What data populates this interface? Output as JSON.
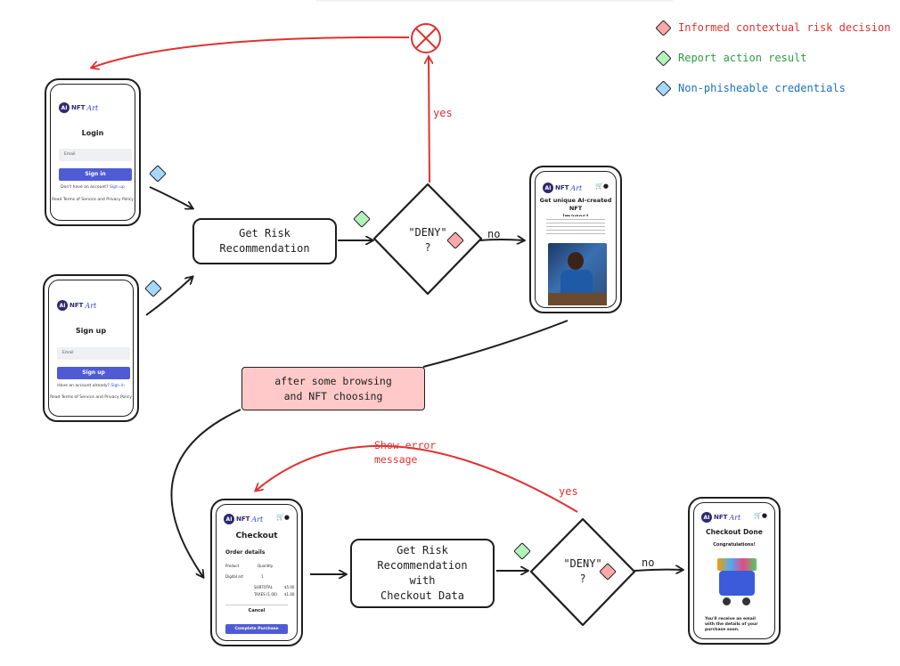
{
  "legend": [
    {
      "label": "Informed contextual risk decision",
      "color": "#f47d7d",
      "text_color": "#e03131"
    },
    {
      "label": "Report action result",
      "color": "#8ce99a",
      "text_color": "#2f9e44"
    },
    {
      "label": "Non-phisheable credentials",
      "color": "#74c0fc",
      "text_color": "#1971c2"
    }
  ],
  "login_screen": {
    "logo_ai": "AI",
    "logo_nft": "NFT",
    "logo_art": "Art",
    "title": "Login",
    "email_placeholder": "Email",
    "button": "Sign in",
    "account_prompt": "Don't have an account?",
    "account_link": "Sign up",
    "terms": "Read Terms of Service and Privacy Policy"
  },
  "signup_screen": {
    "logo_ai": "AI",
    "logo_nft": "NFT",
    "logo_art": "Art",
    "title": "Sign up",
    "email_placeholder": "Email",
    "button": "Sign up",
    "account_prompt": "Have an account already?",
    "account_link": "Sign in",
    "terms": "Read Terms of Service and Privacy Policy"
  },
  "risk_box_1": {
    "line1": "Get Risk",
    "line2": "Recommendation"
  },
  "decision_1": {
    "line1": "\"DENY\"",
    "line2": "?"
  },
  "yes_label_1": "yes",
  "no_label_1": "no",
  "gallery_screen": {
    "logo_ai": "AI",
    "logo_nft": "NFT",
    "logo_art": "Art",
    "title_line1": "Get unique AI-created NFT",
    "title_line2": "images!"
  },
  "note": {
    "line1": "after some browsing",
    "line2": "and NFT choosing"
  },
  "checkout_screen": {
    "logo_ai": "AI",
    "logo_nft": "NFT",
    "logo_art": "Art",
    "title": "Checkout",
    "section": "Order details",
    "col_product": "Product",
    "col_quantity": "Quantity",
    "row_label": "Digital art",
    "row_qty": "1",
    "subtotal_label": "SUBTOTAL",
    "subtotal_value": "$5.00",
    "taxes_label": "TAXES (1.00)",
    "taxes_value": "$1.00",
    "cancel": "Cancel",
    "complete": "Complete Purchase"
  },
  "error_label_line1": "Show error",
  "error_label_line2": "message",
  "yes_label_2": "yes",
  "risk_box_2": {
    "line1": "Get Risk",
    "line2": "Recommendation",
    "line3": "with",
    "line4": "Checkout Data"
  },
  "decision_2": {
    "line1": "\"DENY\"",
    "line2": "?"
  },
  "no_label_2": "no",
  "done_screen": {
    "logo_ai": "AI",
    "logo_nft": "NFT",
    "logo_art": "Art",
    "title": "Checkout Done",
    "subtitle": "Congratulations!",
    "message": "You'll receive an email with the details of your purchase soon."
  },
  "colors": {
    "red": "#e03131",
    "pink_note": "#ffc9c9",
    "purple_button": "#4f5bd5"
  }
}
